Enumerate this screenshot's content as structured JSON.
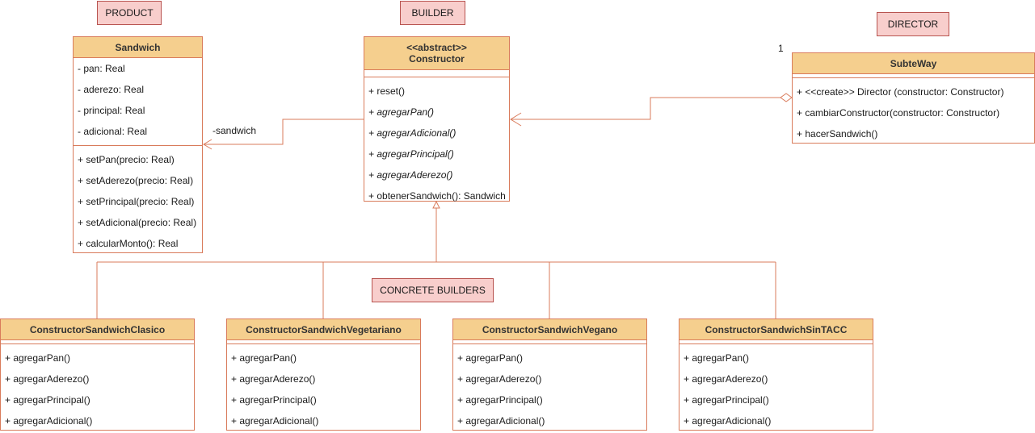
{
  "labels": {
    "product": "PRODUCT",
    "builder": "BUILDER",
    "director": "DIRECTOR",
    "concrete": "CONCRETE BUILDERS"
  },
  "sandwich": {
    "name": "Sandwich",
    "attributes": [
      "- pan: Real",
      "- aderezo: Real",
      "- principal: Real",
      "- adicional: Real"
    ],
    "methods": [
      "+ setPan(precio: Real)",
      "+ setAderezo(precio: Real)",
      "+ setPrincipal(precio: Real)",
      "+ setAdicional(precio: Real)",
      "+ calcularMonto(): Real"
    ]
  },
  "constructor": {
    "stereotype": "<<abstract>>",
    "name": "Constructor",
    "methods": [
      "+ reset()",
      "+ agregarPan()",
      "+ agregarAdicional()",
      "+ agregarPrincipal()",
      "+ agregarAderezo()",
      "+ obtenerSandwich(): Sandwich"
    ]
  },
  "subteway": {
    "name": "SubteWay",
    "methods": [
      "+ <<create>> Director (constructor: Constructor)",
      "+ cambiarConstructor(constructor: Constructor)",
      "+ hacerSandwich()"
    ]
  },
  "association": {
    "role": "-sandwich",
    "multiplicity": "1"
  },
  "builders": [
    {
      "name": "ConstructorSandwichClasico",
      "methods": [
        "+ agregarPan()",
        "+ agregarAderezo()",
        "+ agregarPrincipal()",
        "+ agregarAdicional()"
      ]
    },
    {
      "name": "ConstructorSandwichVegetariano",
      "methods": [
        "+ agregarPan()",
        "+ agregarAderezo()",
        "+ agregarPrincipal()",
        "+ agregarAdicional()"
      ]
    },
    {
      "name": "ConstructorSandwichVegano",
      "methods": [
        "+ agregarPan()",
        "+ agregarAderezo()",
        "+ agregarPrincipal()",
        "+ agregarAdicional()"
      ]
    },
    {
      "name": "ConstructorSandwichSinTACC",
      "methods": [
        "+ agregarPan()",
        "+ agregarAderezo()",
        "+ agregarPrincipal()",
        "+ agregarAdicional()"
      ]
    }
  ],
  "colors": {
    "line": "#d97b5b",
    "header": "#f5cf8e",
    "label_bg": "#f8cecc",
    "label_border": "#b85450"
  }
}
